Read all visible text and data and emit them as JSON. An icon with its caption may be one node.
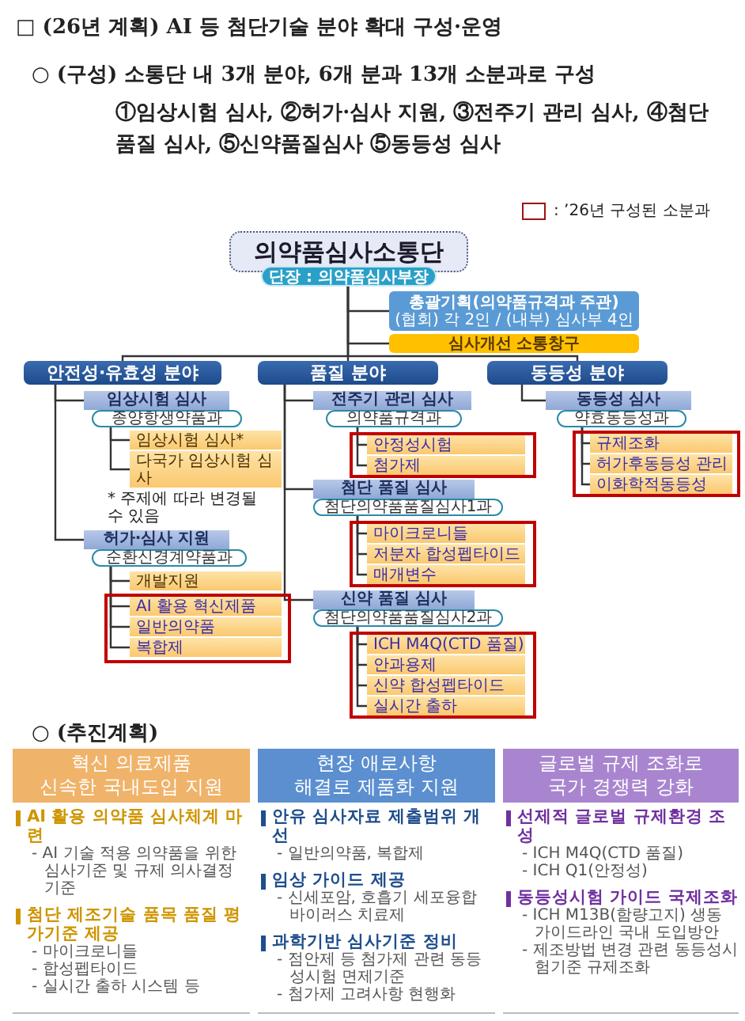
{
  "diagram": {
    "title": "□ (26년 계획) AI 등 첨단기술 분야 확대 구성·운영",
    "nodes": [
      {
        "text": [
          "의약품심사소통단",
          "단장 : 의약품심사부장"
        ]
      },
      {
        "text": [
          "총괄기획(의약품규격과 주관)",
          "(협회) 각 2인 / (내부) 심사부 4인"
        ]
      },
      {
        "text": [
          "심사개선 소통창구"
        ]
      },
      {
        "text": [
          "안전성·유효성 분야"
        ]
      },
      {
        "text": [
          "품질 분야"
        ]
      },
      {
        "text": [
          "동등성 분야"
        ]
      },
      {
        "text": [
          "임상시험 심사",
          "종양항생약품과"
        ]
      },
      {
        "text": [
          "임상시험 심사*"
        ]
      },
      {
        "text": [
          "다국가 임상시험 심사"
        ]
      },
      {
        "text": [
          "허가·심사 지원",
          "순환신경계약품과"
        ]
      },
      {
        "text": [
          "개발지원"
        ]
      },
      {
        "text": [],
        "shape": "box"
      },
      {
        "text": [
          "AI 활용 혁신제품"
        ],
        "in": 11
      },
      {
        "text": [
          "일반의약품"
        ],
        "in": 11
      },
      {
        "text": [
          "복합제"
        ],
        "in": 11
      },
      {
        "text": [
          "전주기 관리 심사",
          "의약품규격과"
        ]
      },
      {
        "text": [],
        "shape": "box"
      },
      {
        "text": [
          "안정성시험"
        ],
        "in": 16
      },
      {
        "text": [
          "첨가제"
        ],
        "in": 16
      },
      {
        "text": [
          "첨단 품질 심사",
          "첨단의약품품질심사1과"
        ]
      },
      {
        "text": [],
        "shape": "box"
      },
      {
        "text": [
          "마이크로니들"
        ],
        "in": 20
      },
      {
        "text": [
          "저분자 합성펩타이드"
        ],
        "in": 20
      },
      {
        "text": [
          "매개변수"
        ],
        "in": 20
      },
      {
        "text": [
          "신약 품질 심사",
          "첨단의약품품질심사2과"
        ]
      },
      {
        "text": [],
        "shape": "box"
      },
      {
        "text": [
          "ICH M4Q(CTD 품질)"
        ],
        "in": 25
      },
      {
        "text": [
          "안과용제"
        ],
        "in": 25
      },
      {
        "text": [
          "신약 합성펩타이드"
        ],
        "in": 25
      },
      {
        "text": [
          "실시간 출하"
        ],
        "in": 25
      },
      {
        "text": [
          "동등성 심사",
          "약효동등성과"
        ]
      },
      {
        "text": [],
        "shape": "box"
      },
      {
        "text": [
          "규제조화"
        ],
        "in": 31
      },
      {
        "text": [
          "허가후동등성 관리"
        ],
        "in": 31
      },
      {
        "text": [
          "이화학적동등성"
        ],
        "in": 31
      },
      {
        "text": [
          "혁신 의료제품 신속한 국내도입 지원"
        ]
      },
      {
        "text": [
          "현장 애로사항 해결로 제품화 지원"
        ]
      },
      {
        "text": [
          "글로벌 규제 조화로 국가 경쟁력 강화"
        ]
      }
    ],
    "edges": [
      {
        "from": 0,
        "to": 1,
        "arrow": "none"
      },
      {
        "from": 0,
        "to": 2,
        "arrow": "none"
      },
      {
        "from": 0,
        "to": 3,
        "arrow": "none"
      },
      {
        "from": 0,
        "to": 4,
        "arrow": "none"
      },
      {
        "from": 0,
        "to": 5,
        "arrow": "none"
      },
      {
        "from": 3,
        "to": 6,
        "arrow": "none"
      },
      {
        "from": 3,
        "to": 9,
        "arrow": "none"
      },
      {
        "from": 6,
        "to": 7,
        "arrow": "none"
      },
      {
        "from": 6,
        "to": 8,
        "arrow": "none"
      },
      {
        "from": 9,
        "to": 10,
        "arrow": "none"
      },
      {
        "from": 9,
        "to": 12,
        "arrow": "none"
      },
      {
        "from": 9,
        "to": 13,
        "arrow": "none"
      },
      {
        "from": 9,
        "to": 14,
        "arrow": "none"
      },
      {
        "from": 4,
        "to": 15,
        "arrow": "none"
      },
      {
        "from": 4,
        "to": 19,
        "arrow": "none"
      },
      {
        "from": 4,
        "to": 24,
        "arrow": "none"
      },
      {
        "from": 15,
        "to": 17,
        "arrow": "none"
      },
      {
        "from": 15,
        "to": 18,
        "arrow": "none"
      },
      {
        "from": 19,
        "to": 21,
        "arrow": "none"
      },
      {
        "from": 19,
        "to": 22,
        "arrow": "none"
      },
      {
        "from": 19,
        "to": 23,
        "arrow": "none"
      },
      {
        "from": 24,
        "to": 26,
        "arrow": "none"
      },
      {
        "from": 24,
        "to": 27,
        "arrow": "none"
      },
      {
        "from": 24,
        "to": 28,
        "arrow": "none"
      },
      {
        "from": 24,
        "to": 29,
        "arrow": "none"
      },
      {
        "from": 5,
        "to": 30,
        "arrow": "none"
      },
      {
        "from": 30,
        "to": 32,
        "arrow": "none"
      },
      {
        "from": 30,
        "to": 33,
        "arrow": "none"
      },
      {
        "from": 30,
        "to": 34,
        "arrow": "none"
      }
    ],
    "labels": [
      "○ (구성) 소통단 내 3개 분야, 6개 분과 13개 소분과로 구성",
      "①임상시험 심사, ②허가·심사 지원, ③전주기 관리 심사, ④첨단 품질 심사, ⑤신약품질심사 ⑤동등성 심사",
      "* 주제에 따라 변경될 수 있음",
      "○ (추진계획)",
      "AI 활용 의약품 심사체계 마련",
      "- AI 기술 적용 의약품을 위한 심사기준 및 규제 의사결정 기준",
      "첨단 제조기술 품목 품질 평가기준 제공",
      "- 마이크로니들",
      "- 합성펩타이드",
      "- 실시간 출하 시스템 등",
      "안유 심사자료 제출범위 개선",
      "- 일반의약품, 복합제",
      "임상 가이드 제공",
      "- 신세포암, 호흡기 세포융합 바이러스 치료제",
      "과학기반 심사기준 정비",
      "- 점안제 등 첨가제 관련 동등성시험 면제기준",
      "- 첨가제 고려사항 현행화",
      "선제적 글로벌 규제환경 조성",
      "- ICH M4Q(CTD 품질)",
      "- ICH Q1(안정성)",
      "동등성시험 가이드 국제조화",
      "- ICH M13B(함량고지) 생동 가이드라인 국내 도입방안",
      "- 제조방법 변경 관련 동등성시험기준 규제조화"
    ],
    "legend": [
      {
        "text": ": ’26년 구성된 소분과"
      }
    ]
  }
}
